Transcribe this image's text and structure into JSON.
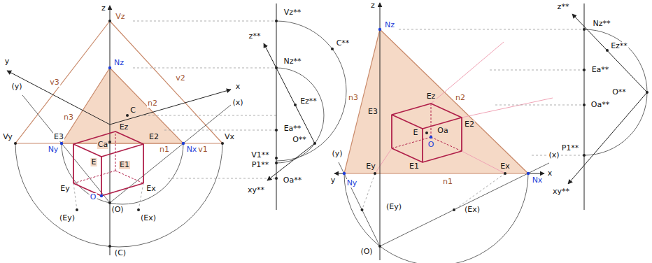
{
  "diagram": {
    "labels": [
      "z",
      "Vz",
      "Nz",
      "v3",
      "v2",
      "n3",
      "n2",
      "C",
      "Ez",
      "E3",
      "E2",
      "Ca",
      "E",
      "E1",
      "n1",
      "v1",
      "y",
      "(y)",
      "(x)",
      "x",
      "Vy",
      "Ny",
      "Nx",
      "Vx",
      "Ey",
      "Ex",
      "O",
      "(Ey)",
      "(Ex)",
      "(O)",
      "(C)",
      "Vz**",
      "z**",
      "Nz**",
      "C**",
      "Ez**",
      "Ea**",
      "O**",
      "V1**",
      "P1**",
      "Oa**",
      "xy**",
      "z",
      "Nz",
      "n3",
      "n2",
      "Ez",
      "E3",
      "E2",
      "Oa",
      "E",
      "O",
      "E1",
      "Ey",
      "Ex",
      "n1",
      "(y)",
      "y",
      "Ny",
      "x",
      "(x)",
      "Nx",
      "(Ey)",
      "(Ex)",
      "(O)",
      "z**",
      "Nz**",
      "Ez**",
      "Ea**",
      "O**",
      "Oa**",
      "P1**",
      "xy**"
    ]
  }
}
